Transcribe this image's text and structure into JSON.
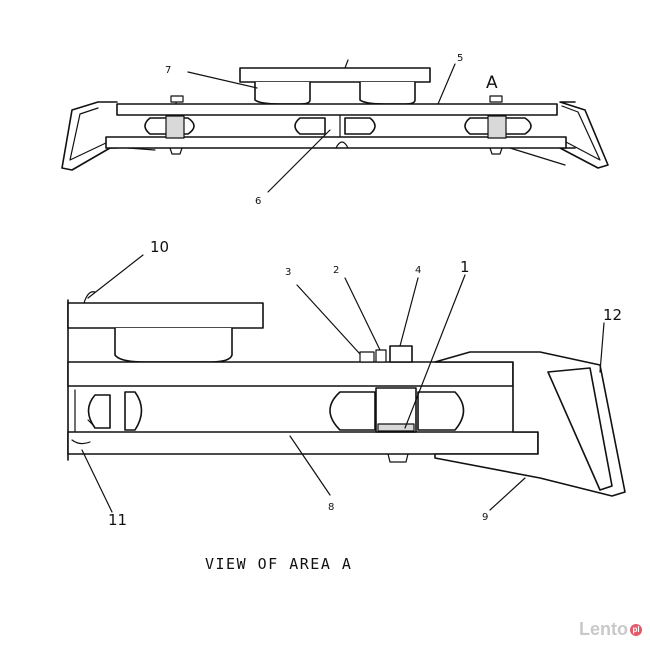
{
  "top_view": {
    "area_label": "A",
    "callouts": [
      "7",
      "5",
      "6"
    ]
  },
  "bottom_view": {
    "callouts": [
      "10",
      "3",
      "2",
      "4",
      "1",
      "12",
      "11",
      "8",
      "9"
    ]
  },
  "caption": "VIEW OF AREA A",
  "watermark": {
    "text": "Lento",
    "badge": "pl"
  }
}
